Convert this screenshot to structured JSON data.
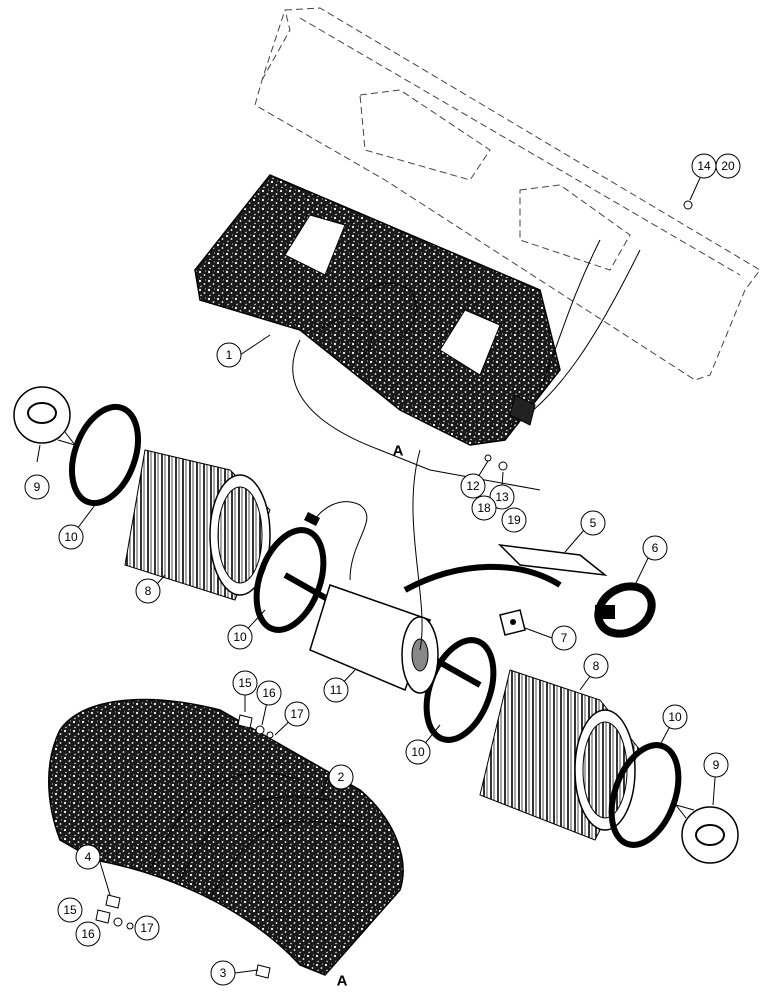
{
  "diagram": {
    "callouts": [
      {
        "id": "c1",
        "text": "1"
      },
      {
        "id": "c2",
        "text": "2"
      },
      {
        "id": "c3",
        "text": "3"
      },
      {
        "id": "c4",
        "text": "4"
      },
      {
        "id": "c5",
        "text": "5"
      },
      {
        "id": "c6",
        "text": "6"
      },
      {
        "id": "c7",
        "text": "7"
      },
      {
        "id": "c8a",
        "text": "8"
      },
      {
        "id": "c8b",
        "text": "8"
      },
      {
        "id": "c9a",
        "text": "9"
      },
      {
        "id": "c9b",
        "text": "9"
      },
      {
        "id": "c10a",
        "text": "10"
      },
      {
        "id": "c10b",
        "text": "10"
      },
      {
        "id": "c10c",
        "text": "10"
      },
      {
        "id": "c10d",
        "text": "10"
      },
      {
        "id": "c11",
        "text": "11"
      },
      {
        "id": "c12",
        "text": "12"
      },
      {
        "id": "c13",
        "text": "13"
      },
      {
        "id": "c14",
        "text": "14"
      },
      {
        "id": "c15a",
        "text": "15"
      },
      {
        "id": "c15b",
        "text": "15"
      },
      {
        "id": "c16a",
        "text": "16"
      },
      {
        "id": "c16b",
        "text": "16"
      },
      {
        "id": "c17a",
        "text": "17"
      },
      {
        "id": "c17b",
        "text": "17"
      },
      {
        "id": "c18",
        "text": "18"
      },
      {
        "id": "c19",
        "text": "19"
      },
      {
        "id": "c20",
        "text": "20"
      }
    ],
    "refs": {
      "a_top": "A",
      "a_bottom": "A"
    }
  }
}
